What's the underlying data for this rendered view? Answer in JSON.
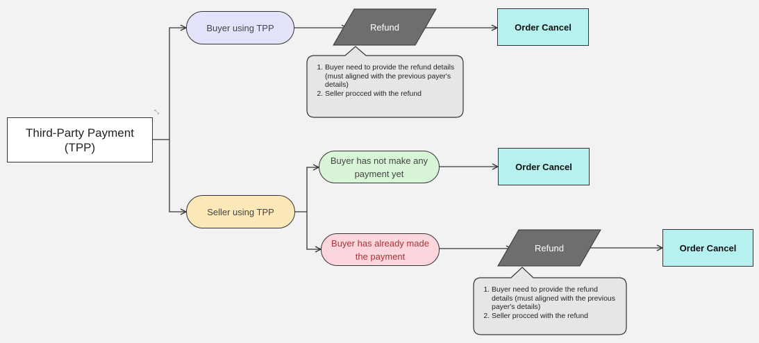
{
  "root": {
    "label": "Third-Party Payment (TPP)"
  },
  "branch_buyer": {
    "label": "Buyer using TPP",
    "refund": "Refund",
    "order_cancel": "Order Cancel",
    "note_items": [
      "Buyer need to provide the refund details (must aligned with the previous payer's details)",
      "Seller procced with the refund"
    ]
  },
  "branch_seller": {
    "label": "Seller using TPP",
    "no_payment": {
      "label": "Buyer has not make any payment yet",
      "order_cancel": "Order Cancel"
    },
    "paid": {
      "label": "Buyer has already made the payment",
      "refund": "Refund",
      "order_cancel": "Order Cancel",
      "note_items": [
        "Buyer need to provide the refund details (must aligned with the previous payer's details)",
        "Seller procced with the refund"
      ]
    }
  },
  "colors": {
    "background": "#f2f2f2",
    "buyer_pill": "#e3e3fb",
    "seller_pill": "#fde8b8",
    "no_payment_pill": "#d8f5d8",
    "paid_pill": "#fcd6dc",
    "order_cancel": "#b6f0ef",
    "refund": "#6e6e6e",
    "note": "#e6e6e6"
  },
  "icons": {
    "expand_glyph": "collapse-arrows-icon"
  }
}
